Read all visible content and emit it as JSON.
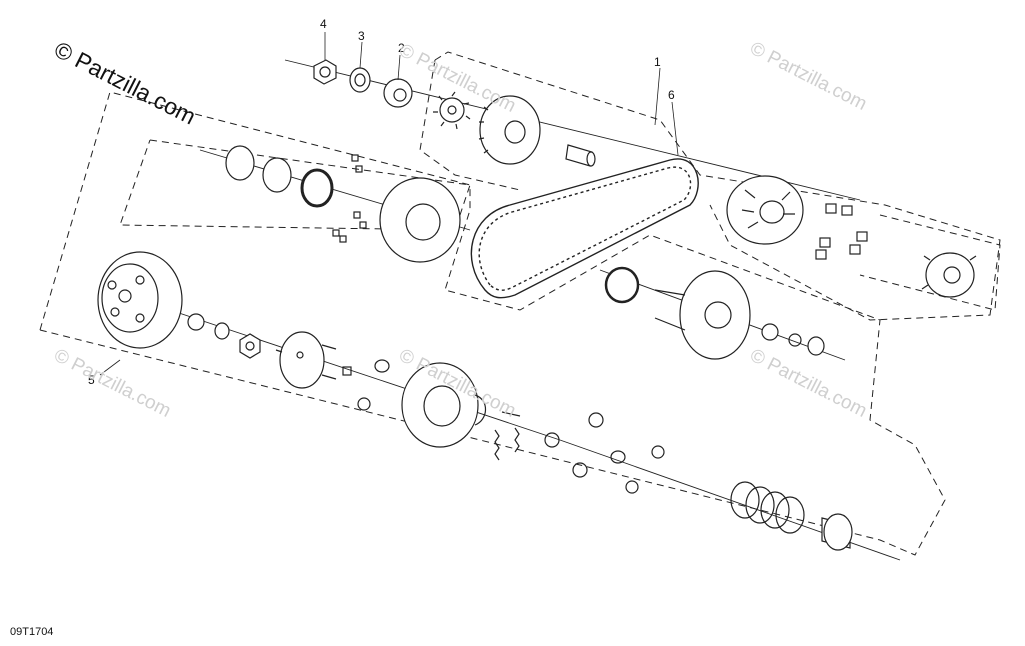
{
  "watermark_main": "© Partzilla.com",
  "watermark_faint": "© Partzilla.com",
  "diagram_code": "09T1704",
  "callouts": [
    "4",
    "3",
    "2",
    "1",
    "6",
    "5"
  ]
}
